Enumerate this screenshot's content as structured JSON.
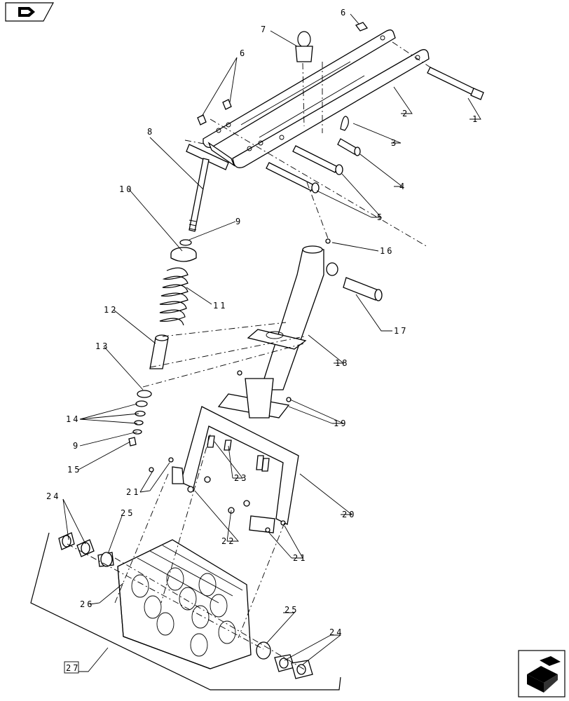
{
  "callouts": {
    "c1": "1",
    "c2": "2",
    "c3": "3",
    "c4": "4",
    "c5": "5",
    "c6a": "6",
    "c6b": "6",
    "c7": "7",
    "c8": "8",
    "c9a": "9",
    "c9b": "9",
    "c10": "10",
    "c11": "11",
    "c12": "12",
    "c13": "13",
    "c14": "14",
    "c15": "15",
    "c16": "16",
    "c17": "17",
    "c18": "18",
    "c19": "19",
    "c20": "20",
    "c21a": "21",
    "c21b": "21",
    "c22": "22",
    "c23": "23",
    "c24a": "24",
    "c24b": "24",
    "c25a": "25",
    "c25b": "25",
    "c26": "26",
    "c27": "27"
  },
  "icons": {
    "top_left": "page-back-arrow-icon",
    "bottom_right": "next-page-arrow-icon"
  }
}
